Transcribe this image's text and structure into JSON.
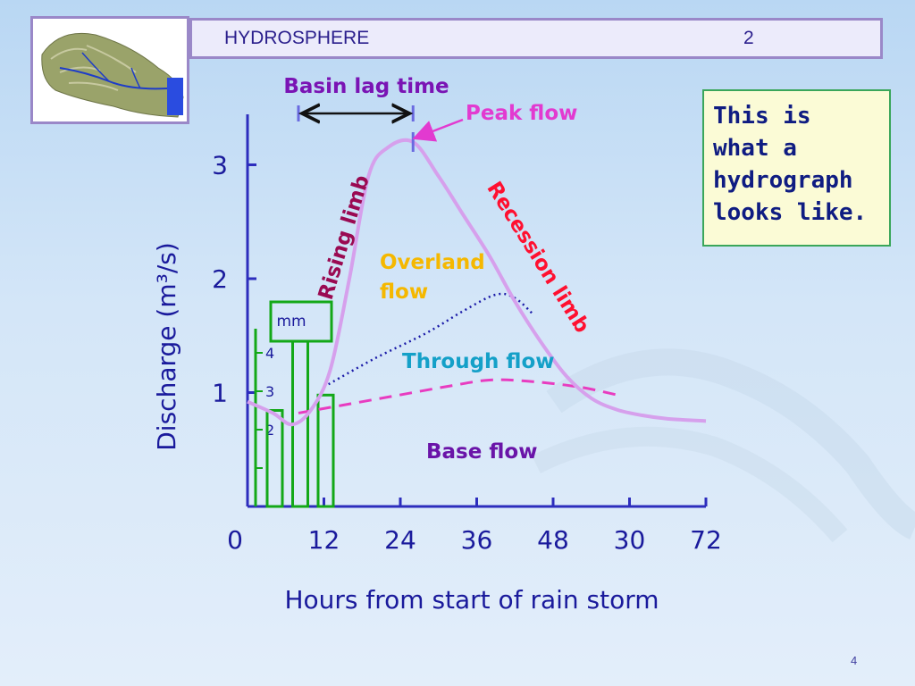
{
  "header": {
    "title": "HYDROSPHERE",
    "number": "2"
  },
  "callout": {
    "text": "This is what a hydrograph looks like."
  },
  "page_number": "4",
  "colors": {
    "hydrograph": "#d6a0ec",
    "through_flow": "#1b1ba8",
    "base_flow": "#e83cc0",
    "rainfall": "#13a818",
    "axes": "#2d2dbd"
  },
  "chart_data": {
    "type": "line",
    "xlabel": "Hours from start of rain storm",
    "ylabel": "Discharge (m³/s)",
    "x_ticks": [
      "0",
      "12",
      "24",
      "36",
      "48",
      "30",
      "72"
    ],
    "y_ticks": [
      "1",
      "2",
      "3"
    ],
    "ylim": [
      0,
      3.4
    ],
    "rain_axis": {
      "unit": "mm",
      "ticks": [
        "2",
        "3",
        "4"
      ]
    },
    "rainfall": [
      {
        "x": 4,
        "mm": 2.5
      },
      {
        "x": 8,
        "mm": 4.3
      },
      {
        "x": 12,
        "mm": 2.9
      }
    ],
    "series": [
      {
        "name": "Rising limb / Recession limb",
        "x": [
          0,
          4,
          7,
          10,
          13,
          16,
          19,
          22,
          26,
          30,
          34,
          38,
          42,
          46,
          50,
          54,
          58,
          62,
          66,
          72
        ],
        "y": [
          0.92,
          0.82,
          0.72,
          0.85,
          1.2,
          2.0,
          2.9,
          3.15,
          3.2,
          2.9,
          2.55,
          2.2,
          1.8,
          1.45,
          1.15,
          0.95,
          0.85,
          0.8,
          0.77,
          0.75
        ]
      },
      {
        "name": "Through flow",
        "x": [
          12,
          20,
          28,
          34,
          39,
          42,
          45
        ],
        "y": [
          1.05,
          1.3,
          1.52,
          1.72,
          1.86,
          1.83,
          1.68
        ]
      },
      {
        "name": "Base flow",
        "x": [
          8,
          16,
          24,
          32,
          38,
          44,
          52,
          58
        ],
        "y": [
          0.82,
          0.9,
          0.98,
          1.06,
          1.11,
          1.1,
          1.05,
          0.98
        ]
      }
    ],
    "annotations": {
      "basin_lag_time": "Basin lag time",
      "peak_flow": "Peak flow",
      "rising_limb": "Rising limb",
      "recession_limb": "Recession limb",
      "overland_flow_1": "Overland",
      "overland_flow_2": "flow",
      "through_flow": "Through flow",
      "base_flow": "Base flow"
    },
    "basin_lag_time_hours": [
      8,
      26
    ],
    "grid": false
  }
}
